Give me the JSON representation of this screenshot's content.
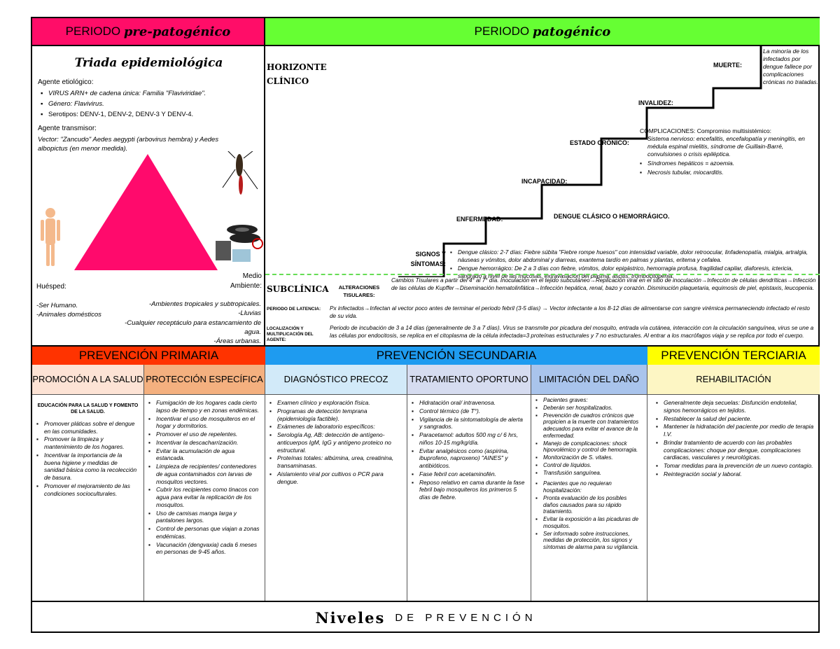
{
  "headers": {
    "pre_a": "PERIODO",
    "pre_b": "pre-patogénico",
    "pat_a": "PERIODO",
    "pat_b": "patogénico"
  },
  "triad": {
    "title": "Triada epidemiológica",
    "agent_title": "Agente etiológico:",
    "agent_items": [
      "VIRUS ARN+ de cadena única: Familia \"Flaviviridae\".",
      "Género: Flavivirus.",
      "Serotipos: DENV-1, DENV-2, DENV-3 Y DENV-4."
    ],
    "transmitter_title": "Agente transmisor:",
    "transmitter_text": "Vector: \"Zancudo\" Aedes aegypti (arbovirus hembra) y Aedes albopictus (en menor medida).",
    "host_label": "Huésped:",
    "env_label": "Medio Ambiente:",
    "host_items": [
      "-Ser Humano.",
      "-Animales domésticos"
    ],
    "env_items": [
      "-Ambientes tropicales y subtropicales.",
      "-Lluvias",
      "-Cualquier receptáculo para estancamiento de agua.",
      "-Áreas urbanas."
    ]
  },
  "clinical": {
    "horizon": "HORIZONTE CLÍNICO",
    "death": "MUERTE:",
    "death_text": "La minoría de los infectados por dengue fallece por complicaciones crónicas no tratadas.",
    "invalidity": "INVALIDEZ:",
    "chronic": "ESTADO CRÓNICO:",
    "complications_title": "COMPLICACIONES: Compromiso multisistémico:",
    "complications": [
      "Sistema nervioso: encefalitis, encefalopatía y meningitis, en médula espinal mielitis, síndrome de Guillain-Barré, convulsiones o crisis epiléptica.",
      "Síndromes hepáticos = azoemia.",
      "Necrosis tubular, miocarditis."
    ],
    "incapacity": "INCAPACIDAD:",
    "disease": "ENFERMEDAD:",
    "disease_text": "DENGUE CLÁSICO O HEMORRÁGICO.",
    "signs": "SIGNOS Y SÍNTOMAS:",
    "signs_items": [
      "Dengue clásico: 2-7 días: Fiebre súbita \"Fiebre rompe huesos\" con intensidad variable, dolor retroocular, linfadenopatía, mialgia, artralgia, náuseas y vómitos, dolor abdominal y diarreas, exantema tardío en palmas y plantas, eritema y cefalea.",
      "Dengue hemorrágico: De 2 a 3 días con fiebre, vómitos, dolor epigástrico, hemorragia profusa, fragilidad capilar, diaforesis, ictericia, sangrado a nivel de las mucosas, extravasación del plasma, ascitis, trombocitopenia."
    ]
  },
  "subclinical": {
    "title": "SUBCLÍNICA",
    "tissue_label": "ALTERACIONES TISULARES:",
    "tissue_text": "Cambios Tisulares a partir del 4° al 7° día. Inoculación en el tejido subcutáneo→Replicación viral en el sitio de inoculación→Infección de células dendríticas→Infección de las células de Kupffer→Diseminación hematolinfática→Infección hepática, renal, bazo y corazón. Disminución plaquetaria, equimosis de piel, epistaxis, leucopenia.",
    "latency_label": "PERIODO DE LATENCIA:",
    "latency_text": "Px infectados→Infectan al vector poco antes de terminar el periodo febril (3-5 días) → Vector infectante a los 8-12 días de alimentarse con sangre virémica permaneciendo infectado el resto de su vida.",
    "location_label": "LOCALIZACIÓN Y MULTIPLICACIÓN DEL AGENTE:",
    "location_text": "Periodo de incubación de 3 a 14 días (generalmente de 3 a 7 días). Virus se transmite por picadura del mosquito, entrada vía cutánea, interacción con la circulación sanguínea, virus se une a las células por endocitosis, se replica en el citoplasma de la célula infectada=3 proteínas estructurales y 7 no estructurales. Al entrar a los macrófagos viaja y se replica por todo el cuerpo."
  },
  "prevention": {
    "primary": "PREVENCIÓN PRIMARIA",
    "secondary": "PREVENCIÓN SECUNDARIA",
    "tertiary": "PREVENCIÓN TERCIARIA",
    "sub": [
      "PROMOCIÓN A LA SALUD",
      "PROTECCIÓN ESPECÍFICA",
      "DIAGNÓSTICO PRECOZ",
      "TRATAMIENTO OPORTUNO",
      "LIMITACIÓN DEL DAÑO",
      "REHABILITACIÓN"
    ],
    "promo_title": "EDUCACIÓN PARA LA SALUD Y FOMENTO DE LA SALUD.",
    "promo": [
      "Promover pláticas sobre el dengue en las comunidades.",
      "Promover la limpieza y mantenimiento de los hogares.",
      "Incentivar la importancia de la buena higiene y medidas de sanidad básica como la recolección de basura.",
      "Promover el mejoramiento de las condiciones socioculturales."
    ],
    "protect": [
      "Fumigación de los hogares cada cierto lapso de tiempo y en zonas endémicas.",
      "Incentivar el uso de mosquiteros en el hogar y dormitorios.",
      "Promover el uso de repelentes.",
      "Incentivar la descacharrización.",
      "Evitar la acumulación de agua estancada.",
      "Limpieza de recipientes/ contenedores de agua contaminados con larvas de mosquitos vectores.",
      "Cubrir los recipientes como tinacos con agua para evitar la replicación de los mosquitos.",
      "Uso de camisas manga larga y pantalones largos.",
      "Control de personas que viajan a zonas endémicas.",
      "Vacunación (dengvaxia) cada 6 meses en personas de 9-45 años."
    ],
    "diag": [
      "Examen clínico y exploración física.",
      "Programas de detección temprana (epidemiología factible).",
      "Exámenes de laboratorio específicos:",
      "Serología Ag, AB: detección de antígeno-anticuerpos IgM, IgG y antígeno proteico no estructural.",
      "Proteínas totales: albúmina, urea, creatinina, transaminasas.",
      "Aislamiento viral por cultivos o PCR para dengue."
    ],
    "treat": [
      "Hidratación oral/ intravenosa.",
      "Control térmico (de T°).",
      "Vigilancia de la sintomatología de alerta y sangrados.",
      "Paracetamol: adultos 500 mg c/ 6 hrs, niños 10-15 mg/kg/día.",
      "Evitar analgésicos como (aspirina, ibuprofeno, naproxeno) \"AINES\" y antibióticos.",
      "Fase febril con acetaminofén.",
      "Reposo relativo en cama durante la fase febril bajo mosquiteros los primeros 5 días de fiebre."
    ],
    "limit": [
      "Pacientes graves:",
      "Deberán ser hospitalizados.",
      "Prevención de cuadros crónicos que propicien a la muerte con tratamientos adecuados para evitar el avance de la enfermedad.",
      "Manejo de complicaciones: shock hipovolémico y control de hemorragia.",
      "Monitorización de S. vitales.",
      "Control de líquidos.",
      "Transfusión sanguínea.",
      "Pacientes que no requieran hospitalización:",
      "Pronta evaluación de los posibles daños causados para su rápido tratamiento.",
      "Evitar la exposición a las picaduras de mosquitos.",
      "Ser informado sobre instrucciones, medidas de protección, los signos y síntomas de alarma para su vigilancia."
    ],
    "rehab": [
      "Generalmente deja secuelas: Disfunción endotelial, signos hemorrágicos en tejidos.",
      "Restablecer la salud del paciente.",
      "Mantener la hidratación del paciente por medio de terapia I.V.",
      "Brindar tratamiento de acuerdo con las probables complicaciones: choque por dengue, complicaciones cardiacas, vasculares y neurológicas.",
      "Tomar medidas para la prevención de un nuevo contagio.",
      "Reintegración social y laboral."
    ]
  },
  "footer": {
    "a": "Niveles",
    "b": "DE PREVENCIÓN"
  },
  "colors": {
    "pre": "#ff0d68",
    "pat": "#66ff33",
    "primary": "#ff3300",
    "secondary": "#1e9bf0",
    "tertiary": "#ffff00",
    "triangle": "#ff0a6c"
  }
}
